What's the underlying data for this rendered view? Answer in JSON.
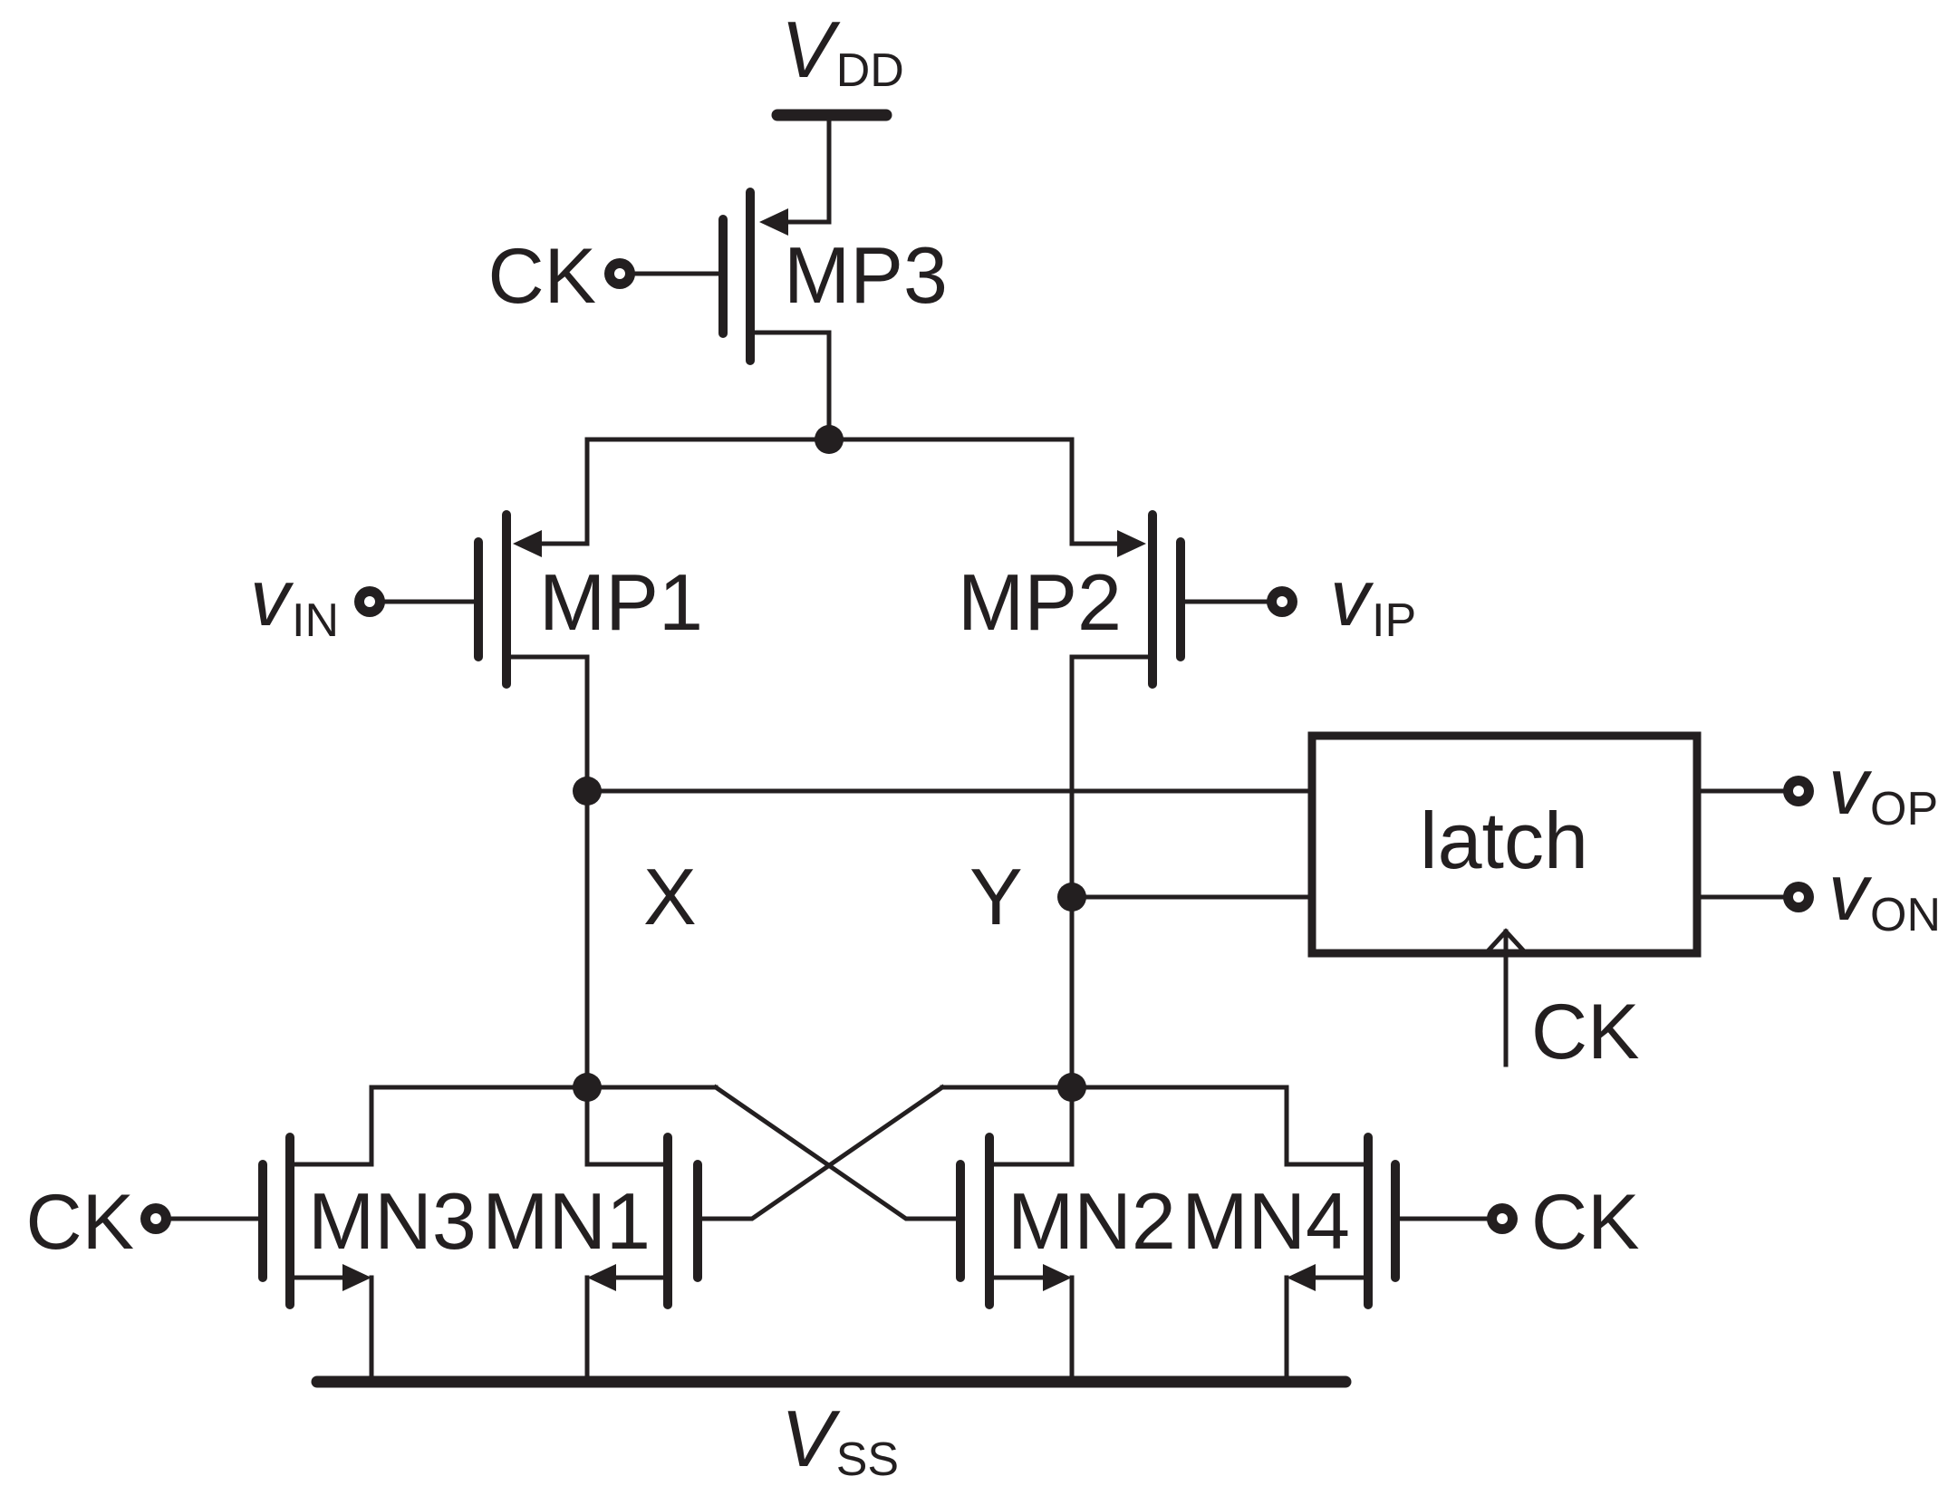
{
  "rails": {
    "vdd_label": "V",
    "vdd_sub": "DD",
    "vss_label": "V",
    "vss_sub": "SS"
  },
  "transistors": {
    "mp3": "MP3",
    "mp1": "MP1",
    "mp2": "MP2",
    "mn1": "MN1",
    "mn2": "MN2",
    "mn3": "MN3",
    "mn4": "MN4"
  },
  "inputs": {
    "ck": "CK",
    "vin_label": "v",
    "vin_sub": "IN",
    "vip_label": "v",
    "vip_sub": "IP"
  },
  "outputs": {
    "vop_label": "v",
    "vop_sub": "OP",
    "von_label": "v",
    "von_sub": "ON"
  },
  "nodes": {
    "x": "X",
    "y": "Y"
  },
  "latch": {
    "label": "latch",
    "clock": "CK"
  }
}
